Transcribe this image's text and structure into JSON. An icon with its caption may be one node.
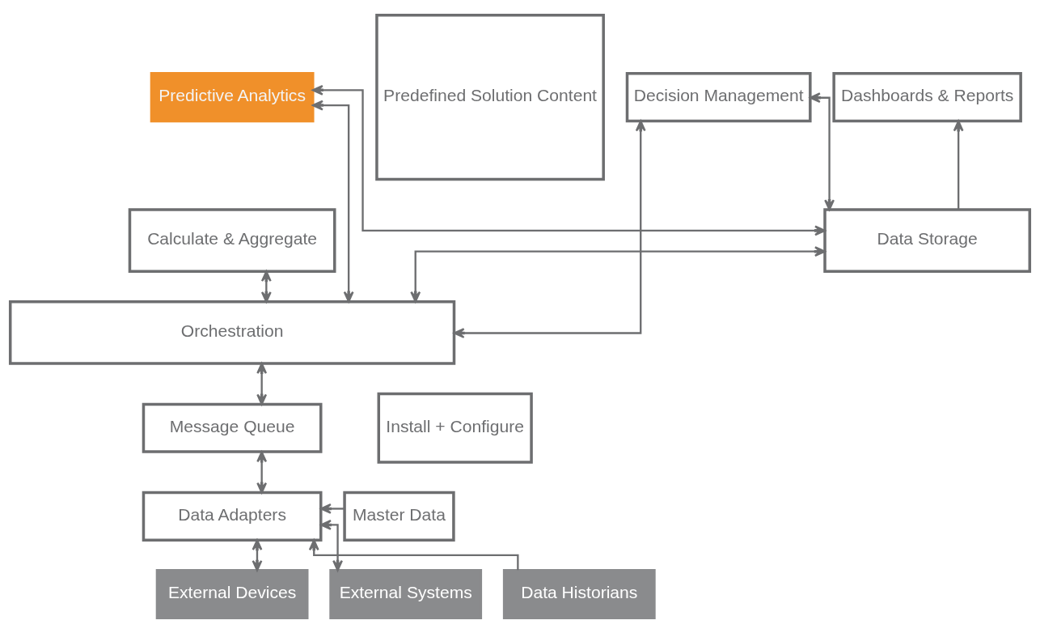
{
  "diagram": {
    "nodes": [
      {
        "text": [
          "Predictive Analytics"
        ]
      },
      {
        "text": [
          "Dashboards & Reports"
        ]
      },
      {
        "text": [
          "Decision Management"
        ]
      },
      {
        "text": [
          "Predefined Solution Content"
        ]
      },
      {
        "text": [
          "Calculate & Aggregate"
        ]
      },
      {
        "text": [
          "Data Storage"
        ]
      },
      {
        "text": [
          "Orchestration"
        ]
      },
      {
        "text": [
          "Message Queue"
        ]
      },
      {
        "text": [
          "Install + Configure"
        ]
      },
      {
        "text": [
          "Data Adapters"
        ]
      },
      {
        "text": [
          "Master Data"
        ]
      },
      {
        "text": [
          "External Devices"
        ]
      },
      {
        "text": [
          "External Systems"
        ]
      },
      {
        "text": [
          "Data Historians"
        ]
      }
    ],
    "edges": [
      {
        "from": 0,
        "to": 6,
        "arrow": "both"
      },
      {
        "from": 0,
        "to": 5,
        "arrow": "both"
      },
      {
        "from": 5,
        "to": 1,
        "arrow": "to"
      },
      {
        "from": 2,
        "to": 5,
        "arrow": "both"
      },
      {
        "from": 2,
        "to": 6,
        "arrow": "both"
      },
      {
        "from": 4,
        "to": 6,
        "arrow": "both"
      },
      {
        "from": 5,
        "to": 6,
        "arrow": "both"
      },
      {
        "from": 6,
        "to": 7,
        "arrow": "both"
      },
      {
        "from": 7,
        "to": 9,
        "arrow": "both"
      },
      {
        "from": 10,
        "to": 9,
        "arrow": "to"
      },
      {
        "from": 11,
        "to": 9,
        "arrow": "both"
      },
      {
        "from": 12,
        "to": 9,
        "arrow": "both"
      },
      {
        "from": 13,
        "to": 9,
        "arrow": "to"
      }
    ]
  }
}
